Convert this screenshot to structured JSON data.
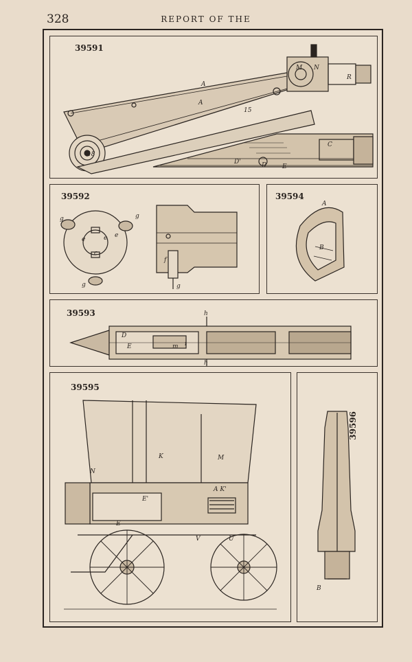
{
  "header": {
    "page_number": "328",
    "running_head": "REPORT OF THE"
  },
  "figures": {
    "fig_39591": {
      "number": "39591",
      "labels": {
        "a1": "A",
        "a2": "A",
        "m": "M",
        "n": "N",
        "r": "R",
        "fifteen": "15",
        "eighteen": "18",
        "c": "C",
        "d1": "D'",
        "d": "D",
        "e": "E"
      }
    },
    "fig_39592": {
      "number": "39592",
      "labels": {
        "g1": "g",
        "g2": "g",
        "g3": "g",
        "e1": "e",
        "e2": "e",
        "e3": "e",
        "c": "c",
        "f": "f",
        "g4": "g"
      }
    },
    "fig_39594": {
      "number": "39594",
      "labels": {
        "a": "A",
        "b": "B"
      }
    },
    "fig_39593": {
      "number": "39593",
      "labels": {
        "h1": "h",
        "h2": "h",
        "d": "D",
        "e": "E",
        "m": "m",
        "i": "i"
      }
    },
    "fig_39595": {
      "number": "39595",
      "labels": {
        "n": "N",
        "k": "K",
        "m": "M",
        "e1": "E'",
        "e": "E",
        "ak": "A K'",
        "v": "V",
        "u": "U"
      }
    },
    "fig_39596": {
      "number": "39596",
      "labels": {
        "b": "B"
      }
    }
  }
}
